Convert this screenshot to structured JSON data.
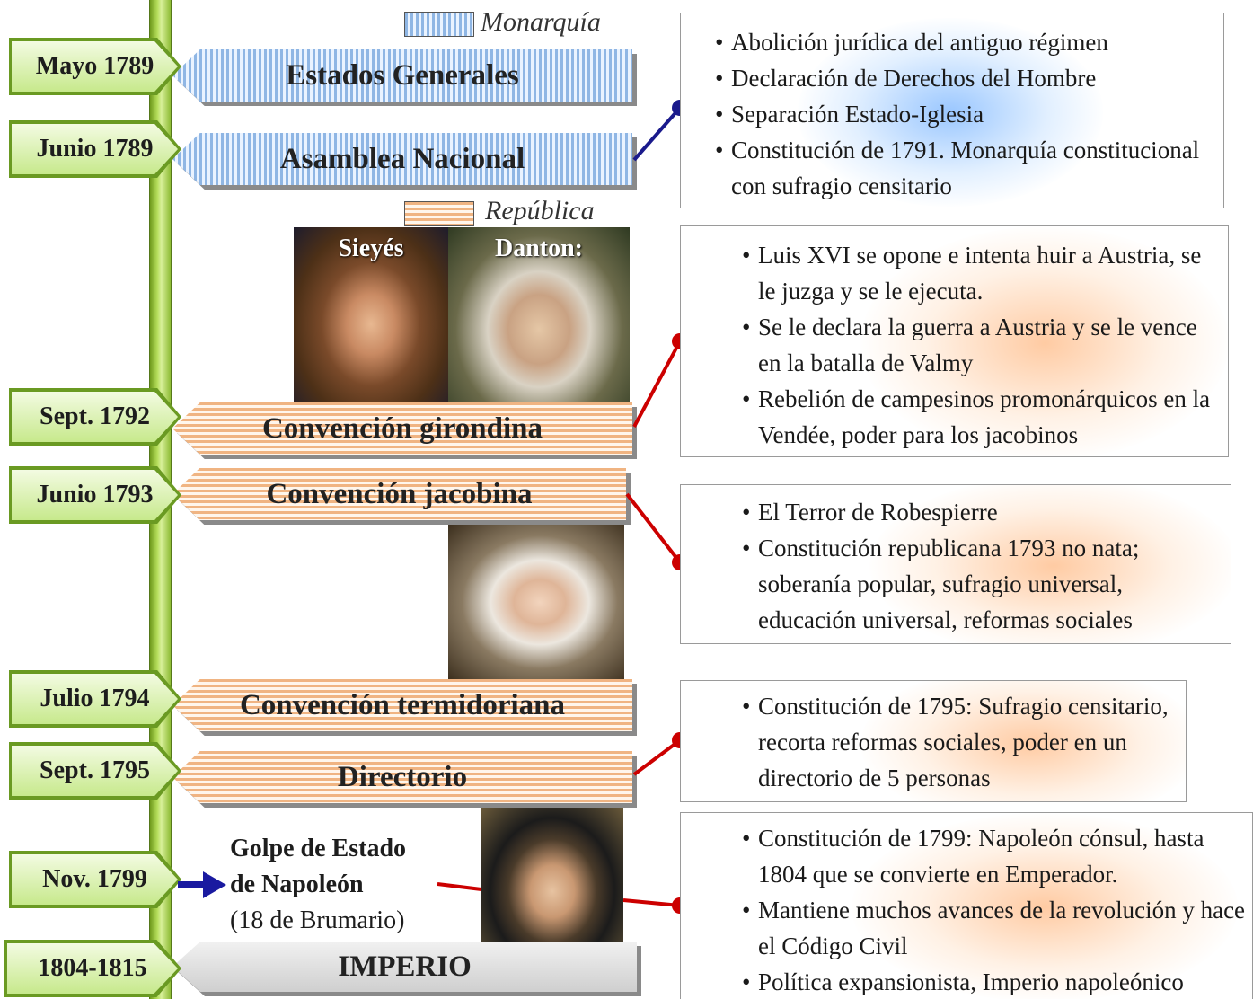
{
  "timeline": {
    "dates": [
      "Mayo 1789",
      "Junio 1789",
      "Sept. 1792",
      "Junio 1793",
      "Julio 1794",
      "Sept. 1795",
      "Nov. 1799",
      "1804-1815"
    ]
  },
  "legend": {
    "monarquia": "Monarquía",
    "republica": "República"
  },
  "periods": {
    "estados_generales": "Estados Generales",
    "asamblea_nacional": "Asamblea Nacional",
    "convencion_girondina": "Convención girondina",
    "convencion_jacobina": "Convención jacobina",
    "convencion_termidoriana": "Convención termidoriana",
    "directorio": "Directorio",
    "imperio": "IMPERIO"
  },
  "portraits": {
    "sieyes": "Sieyés",
    "danton": "Danton:"
  },
  "coup": {
    "line1": "Golpe de Estado",
    "line2": "de Napoleón",
    "line3": "(18 de Brumario)"
  },
  "boxes": {
    "asamblea": [
      "Abolición jurídica del antiguo régimen",
      "Declaración de Derechos del Hombre",
      "Separación Estado-Iglesia",
      "Constitución de 1791. Monarquía constitucional con sufragio censitario"
    ],
    "girondina": [
      "Luis XVI se opone e intenta huir a Austria, se le juzga y se le ejecuta.",
      "Se le declara la guerra a Austria y se le vence en la batalla de Valmy",
      "Rebelión de campesinos promonárquicos en la Vendée, poder para los jacobinos"
    ],
    "jacobina": [
      "El Terror de Robespierre",
      "Constitución republicana 1793 no nata; soberanía popular, sufragio universal, educación universal, reformas sociales"
    ],
    "directorio": [
      "Constitución de 1795: Sufragio censitario, recorta reformas sociales, poder en un directorio de 5 personas"
    ],
    "napoleon": [
      "Constitución de 1799: Napoleón cónsul, hasta 1804 que se convierte en Emperador.",
      "Mantiene muchos avances de la revolución y hace el Código Civil",
      "Política expansionista, Imperio napoleónico"
    ]
  },
  "colors": {
    "monarquia_line": "#1a1a8c",
    "republica_line": "#cc0000",
    "timeline": "#9ccd45",
    "arrow": "#1a1aa0"
  }
}
